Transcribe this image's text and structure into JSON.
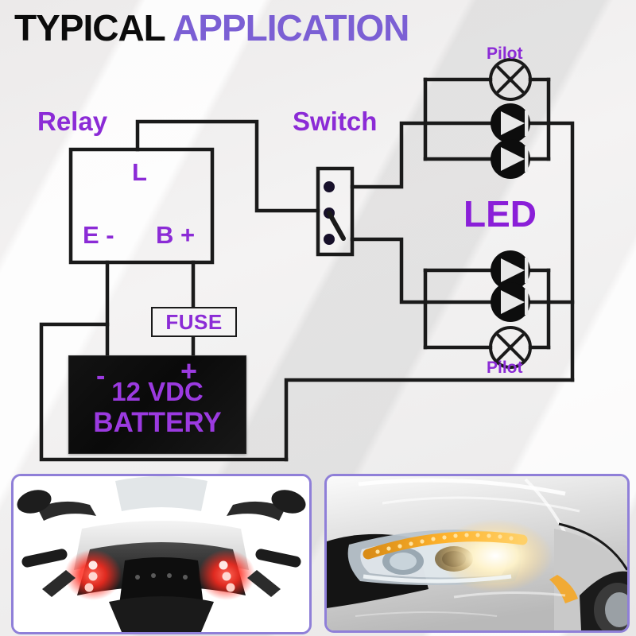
{
  "title": {
    "part1": "TYPICAL ",
    "part2": "APPLICATION"
  },
  "colors": {
    "title_black": "#0b0b0b",
    "title_purple": "#7b5fd4",
    "label_purple": "#8b2bd6",
    "led_purple": "#8a1fd8",
    "battery_text": "#9b3ae0",
    "wire_black": "#1a1a1a",
    "photo_border": "#8f7fd8",
    "background": "#f2f2f2"
  },
  "schematic": {
    "relay": {
      "label": "Relay",
      "terminal_coil": "L",
      "terminal_earth": "E -",
      "terminal_battery": "B +"
    },
    "switch": {
      "label": "Switch"
    },
    "led": {
      "label": "LED",
      "pilot_top": "Pilot",
      "pilot_bottom": "Pilot",
      "top_group": [
        "pilot-lamp",
        "led-diode",
        "led-diode"
      ],
      "bottom_group": [
        "led-diode",
        "led-diode",
        "pilot-lamp"
      ]
    },
    "fuse": {
      "label": "FUSE"
    },
    "battery": {
      "negative": "-",
      "positive": "+",
      "line1": "12 VDC",
      "line2": "BATTERY"
    }
  },
  "photos": {
    "left": {
      "caption": "motorcycle-rear-led-strip",
      "led_color": "#ff2a1e"
    },
    "right": {
      "caption": "car-headlight-amber-led-strip",
      "led_color": "#f5a623"
    }
  }
}
